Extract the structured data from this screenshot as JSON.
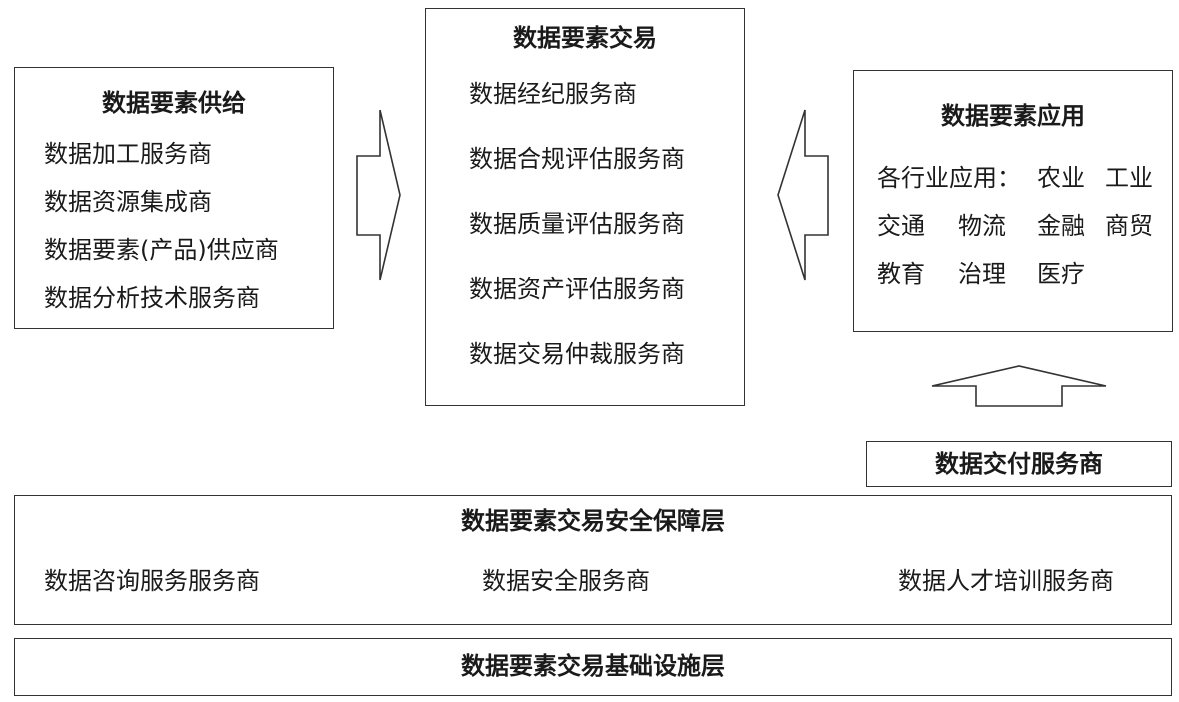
{
  "supply": {
    "title": "数据要素供给",
    "items": [
      "数据加工服务商",
      "数据资源集成商",
      "数据要素(产品)供应商",
      "数据分析技术服务商"
    ]
  },
  "trade": {
    "title": "数据要素交易",
    "items": [
      "数据经纪服务商",
      "数据合规评估服务商",
      "数据质量评估服务商",
      "数据资产评估服务商",
      "数据交易仲裁服务商"
    ]
  },
  "application": {
    "title": "数据要素应用",
    "lines": [
      [
        "各行业应用：",
        "农业",
        "工业"
      ],
      [
        "交通",
        "物流",
        "金融",
        "商贸"
      ],
      [
        "教育",
        "治理",
        "医疗"
      ]
    ]
  },
  "delivery": {
    "label": "数据交付服务商"
  },
  "security": {
    "title": "数据要素交易安全保障层",
    "items": [
      "数据咨询服务服务商",
      "数据安全服务商",
      "数据人才培训服务商"
    ]
  },
  "infrastructure": {
    "title": "数据要素交易基础设施层"
  }
}
